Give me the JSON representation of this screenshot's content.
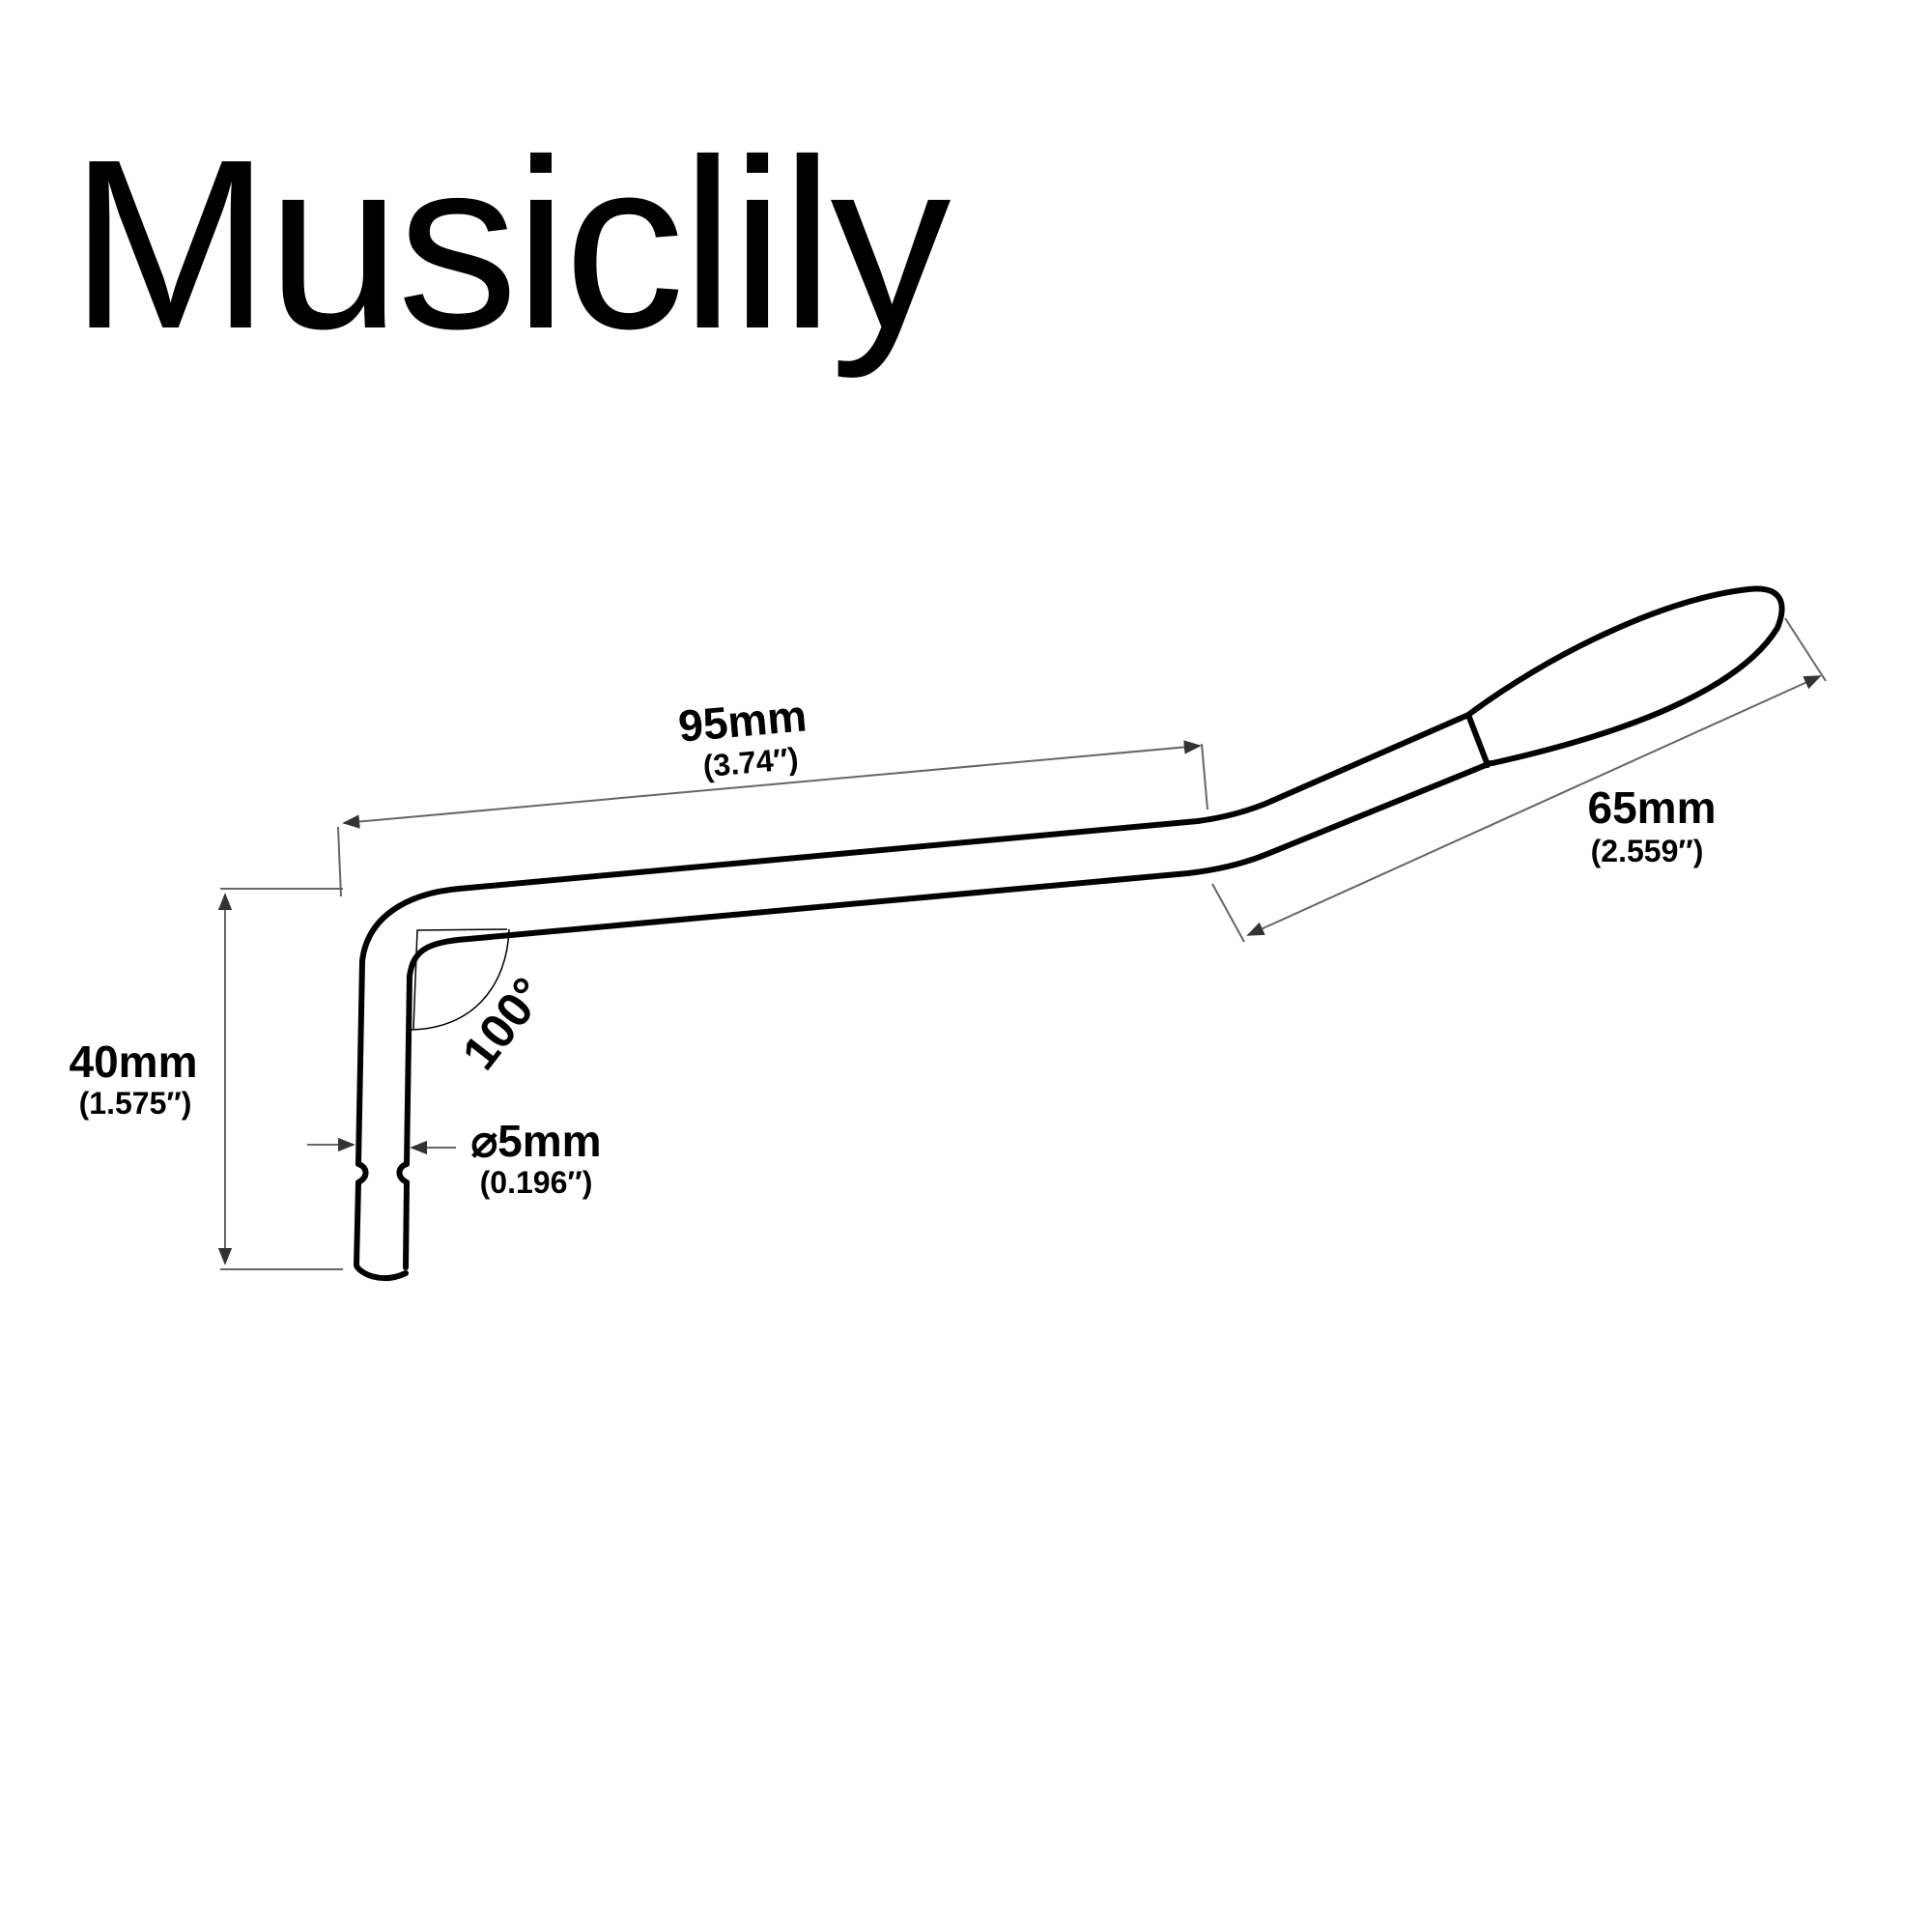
{
  "brand": {
    "title": "Musiclily"
  },
  "diagram": {
    "subject": "tremolo arm",
    "colors": {
      "outline": "#000000",
      "dimension_line": "#666666",
      "background": "#ffffff"
    },
    "dimensions": {
      "arm_length": {
        "metric": "95mm",
        "imperial": "(3.74″)"
      },
      "grip_length": {
        "metric": "65mm",
        "imperial": "(2.559″)"
      },
      "shaft_height": {
        "metric": "40mm",
        "imperial": "(1.575″)"
      },
      "diameter": {
        "metric": "⌀5mm",
        "imperial": "(0.196″)"
      },
      "bend_angle": {
        "value": "100°"
      }
    }
  }
}
